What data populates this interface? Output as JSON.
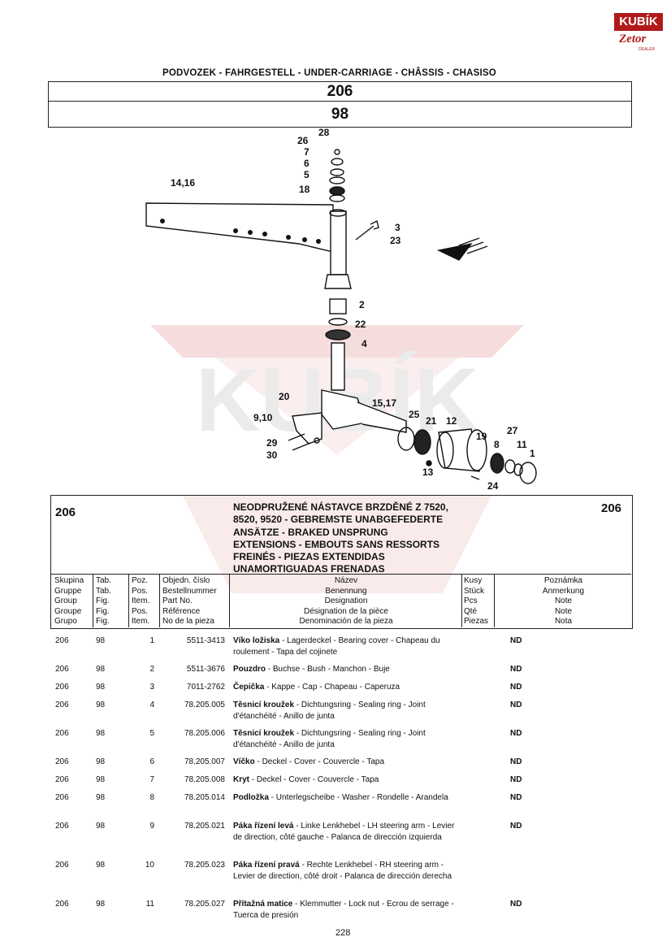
{
  "logo": {
    "brand": "KUBÍK",
    "sub": "Zetor",
    "dealer": "DEALER"
  },
  "header": {
    "title": "PODVOZEK - FAHRGESTELL - UNDER-CARRIAGE - CHÂSSIS - CHASISO",
    "group": "206",
    "table": "98"
  },
  "diagram_labels": [
    "28",
    "26",
    "7",
    "6",
    "5",
    "18",
    "14,16",
    "3",
    "23",
    "2",
    "22",
    "4",
    "20",
    "9,10",
    "15,17",
    "25",
    "21",
    "12",
    "19",
    "8",
    "27",
    "11",
    "1",
    "29",
    "30",
    "13",
    "24"
  ],
  "watermark": {
    "text": "KUBÍK"
  },
  "section": {
    "code_left": "206",
    "code_right": "206",
    "title_lines": [
      "NEODPRUŽENÉ NÁSTAVCE BRZDĚNÉ Z 7520,",
      "8520, 9520 - GEBREMSTE UNABGEFEDERTE",
      "ANSÄTZE - BRAKED UNSPRUNG",
      "EXTENSIONS - EMBOUTS SANS RESSORTS",
      "FREINÉS - PIEZAS EXTENDIDAS",
      "UNAMORTIGUADAS FRENADAS"
    ]
  },
  "table_headers": {
    "group": [
      "Skupina",
      "Gruppe",
      "Group",
      "Groupe",
      "Grupo"
    ],
    "tab": [
      "Tab.",
      "Tab.",
      "Fig.",
      "Fig.",
      "Fig."
    ],
    "pos": [
      "Poz.",
      "Pos.",
      "Item.",
      "Pos.",
      "Item."
    ],
    "part": [
      "Objedn. číslo",
      "Bestellnummer",
      "Part No.",
      "Référence",
      "No de la pieza"
    ],
    "name": [
      "Název",
      "Benennung",
      "Designation",
      "Désignation de la pièce",
      "Denominación de la pieza"
    ],
    "qty": [
      "Kusy",
      "Stück",
      "Pcs",
      "Qté",
      "Piezas"
    ],
    "note": [
      "Poznámka",
      "Anmerkung",
      "Note",
      "Note",
      "Nota"
    ]
  },
  "rows": [
    {
      "group": "206",
      "tab": "98",
      "pos": "1",
      "part": "5511-3413",
      "name_bold": "Víko ložiska",
      "name_rest": " - Lagerdeckel - Bearing cover - Chapeau du roulement - Tapa del cojinete",
      "note": "ND"
    },
    {
      "group": "206",
      "tab": "98",
      "pos": "2",
      "part": "5511-3676",
      "name_bold": "Pouzdro",
      "name_rest": " - Buchse - Bush - Manchon - Buje",
      "note": "ND"
    },
    {
      "group": "206",
      "tab": "98",
      "pos": "3",
      "part": "7011-2762",
      "name_bold": "Čepička",
      "name_rest": " - Kappe - Cap - Chapeau - Caperuza",
      "note": "ND"
    },
    {
      "group": "206",
      "tab": "98",
      "pos": "4",
      "part": "78.205.005",
      "name_bold": "Těsnicí kroužek",
      "name_rest": " - Dichtungsring - Sealing ring - Joint d'étanchéité - Anillo de junta",
      "note": "ND"
    },
    {
      "group": "206",
      "tab": "98",
      "pos": "5",
      "part": "78.205.006",
      "name_bold": "Těsnicí kroužek",
      "name_rest": " - Dichtungsring - Sealing ring - Joint d'étanchéité - Anillo de junta",
      "note": "ND"
    },
    {
      "group": "206",
      "tab": "98",
      "pos": "6",
      "part": "78.205.007",
      "name_bold": "Víčko",
      "name_rest": " - Deckel - Cover - Couvercle - Tapa",
      "note": "ND"
    },
    {
      "group": "206",
      "tab": "98",
      "pos": "7",
      "part": "78.205.008",
      "name_bold": "Kryt",
      "name_rest": " - Deckel - Cover - Couvercle - Tapa",
      "note": "ND"
    },
    {
      "group": "206",
      "tab": "98",
      "pos": "8",
      "part": "78.205.014",
      "name_bold": "Podložka",
      "name_rest": " - Unterlegscheibe - Washer - Rondelle - Arandela",
      "note": "ND"
    },
    {
      "group": "206",
      "tab": "98",
      "pos": "9",
      "part": "78.205.021",
      "name_bold": "Páka řízení levá",
      "name_rest": " - Linke Lenkhebel - LH steering arm - Levier de direction, côté gauche - Palanca de dirección izquierda",
      "note": "ND"
    },
    {
      "group": "206",
      "tab": "98",
      "pos": "10",
      "part": "78.205.023",
      "name_bold": "Páka řízení pravá",
      "name_rest": " - Rechte Lenkhebel - RH steering arm - Levier de direction, côté droit - Palanca de dirección derecha",
      "note": ""
    },
    {
      "group": "206",
      "tab": "98",
      "pos": "11",
      "part": "78.205.027",
      "name_bold": "Přítažná matice",
      "name_rest": " - Klemmutter - Lock nut - Ecrou de serrage - Tuerca de presión",
      "note": "ND"
    }
  ],
  "footer": {
    "page": "228"
  }
}
